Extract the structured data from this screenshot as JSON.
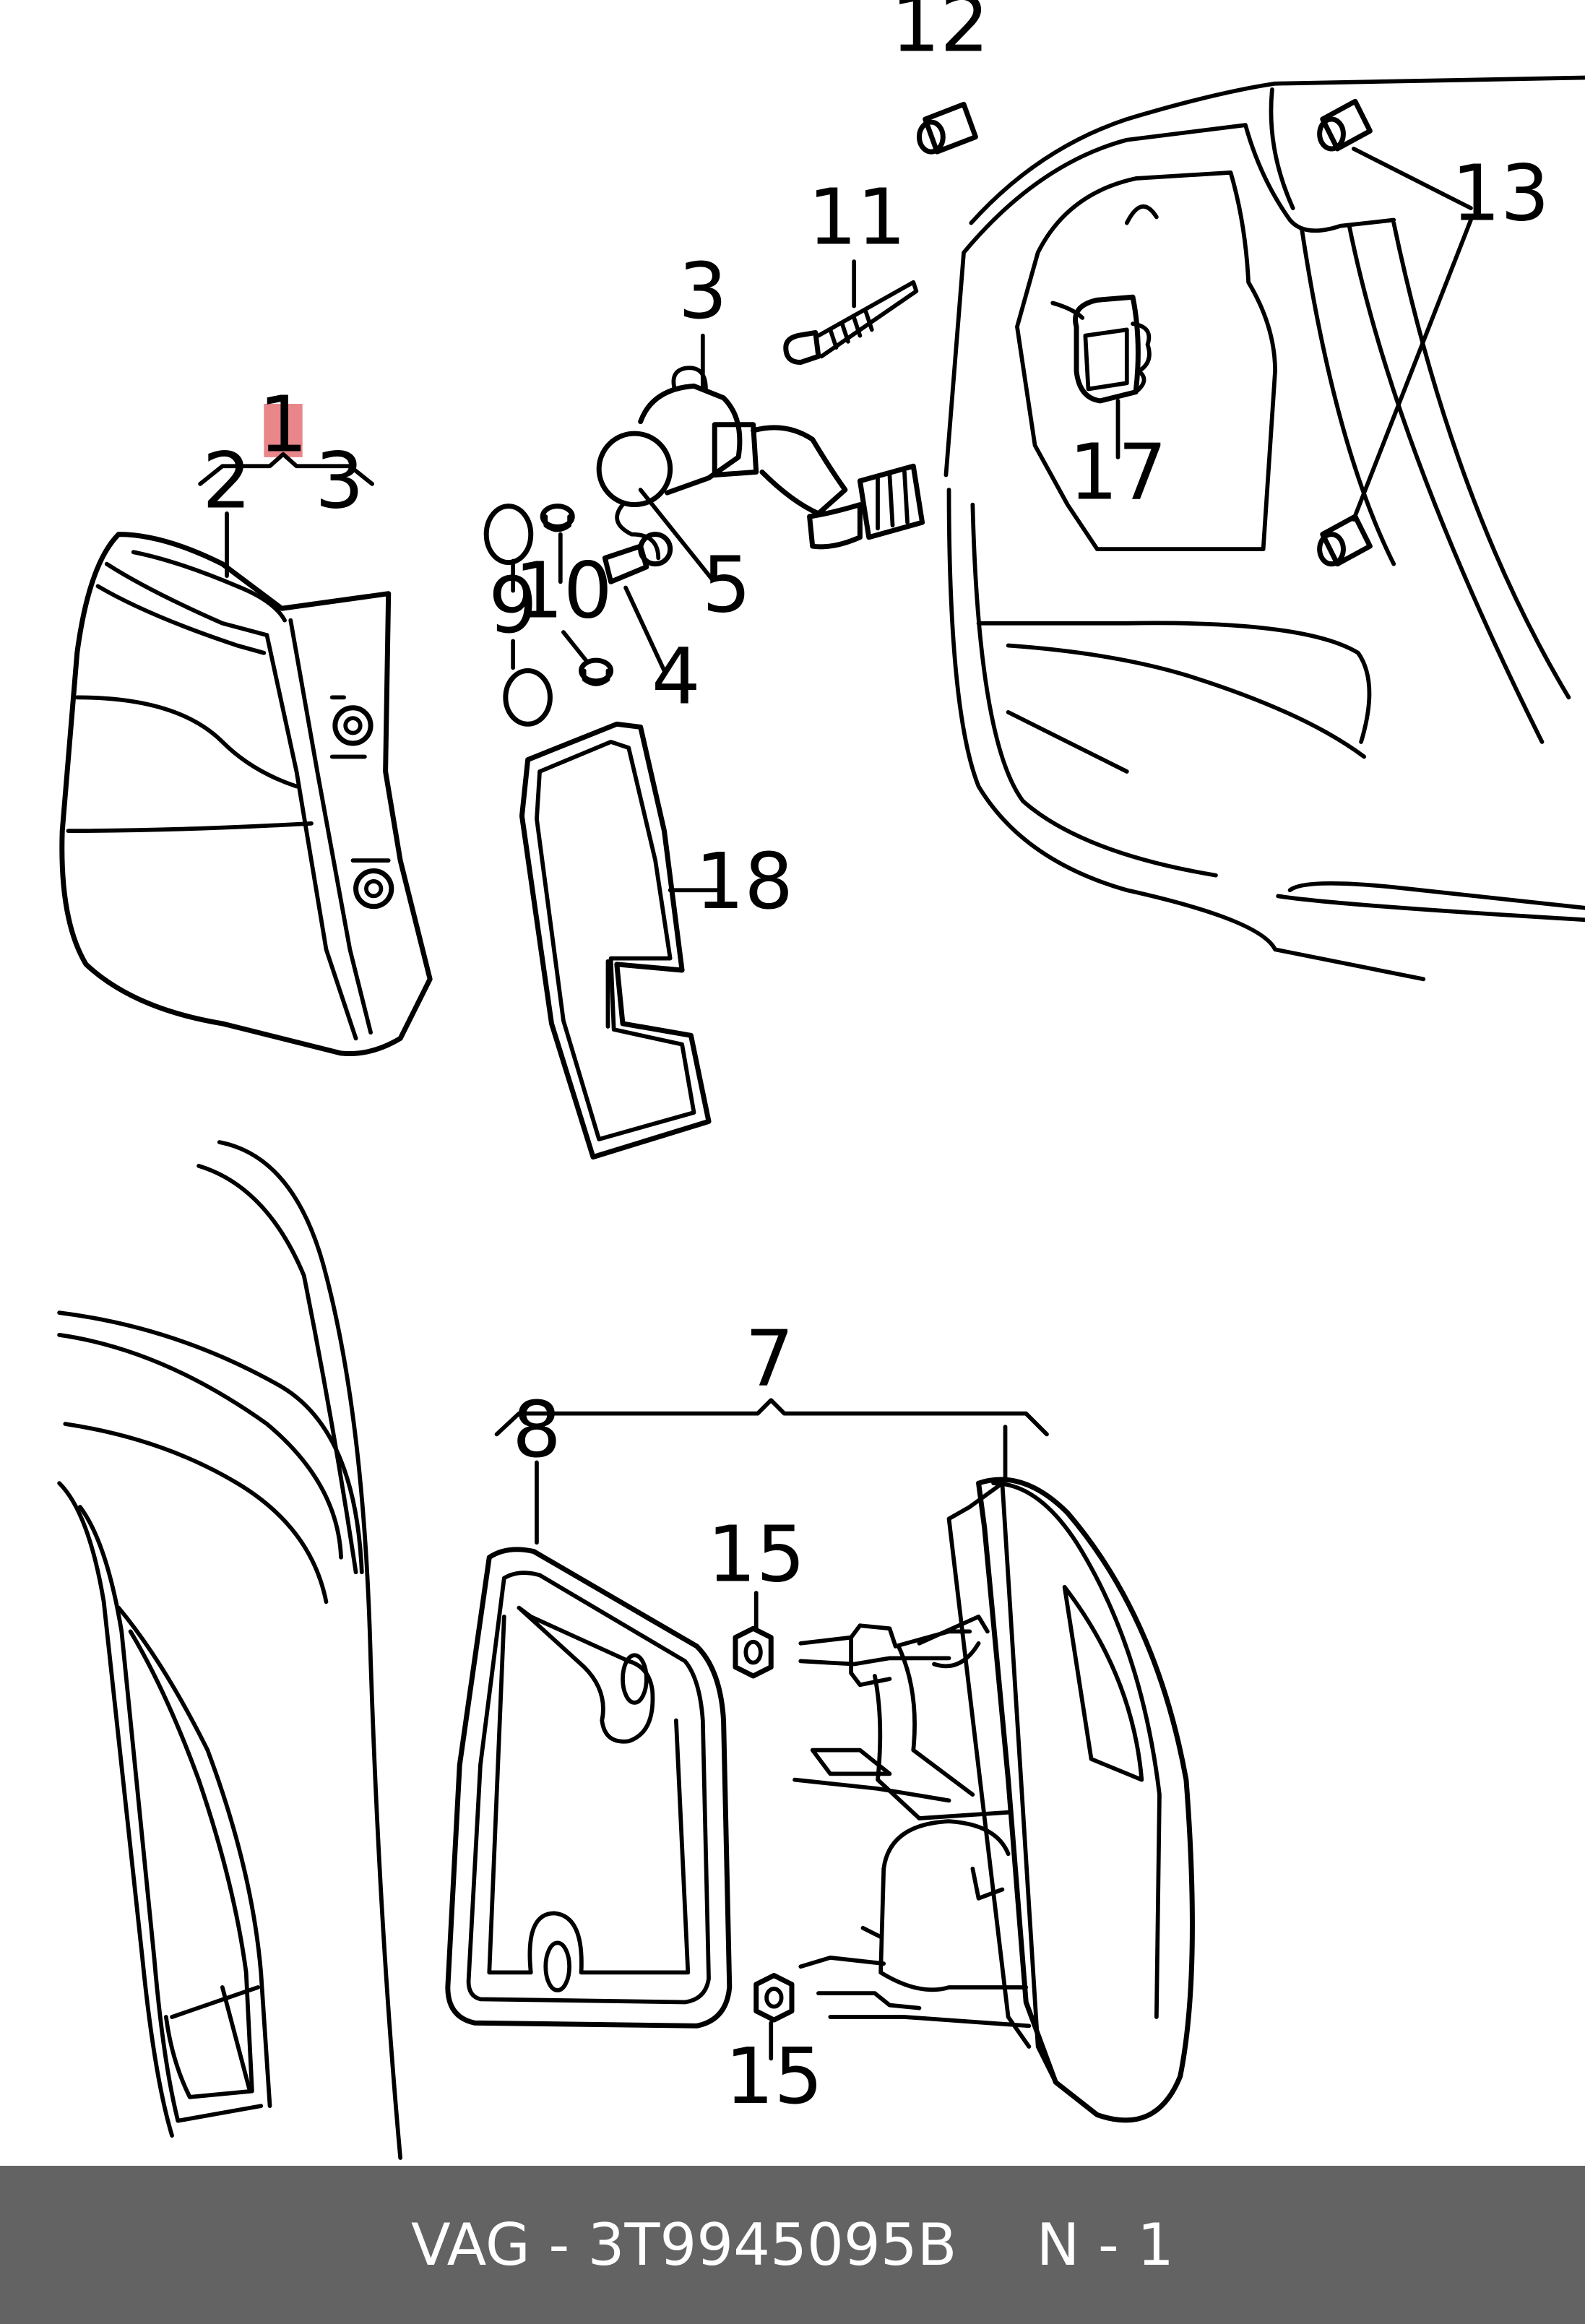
{
  "diagram": {
    "callouts": {
      "c1": "1",
      "c2": "2",
      "c3a": "3",
      "c3b": "3",
      "c4": "4",
      "c5": "5",
      "c7": "7",
      "c8": "8",
      "c9": "9",
      "c10": "10",
      "c11": "11",
      "c12": "12",
      "c13": "13",
      "c15a": "15",
      "c15b": "15",
      "c17": "17",
      "c18": "18"
    },
    "highlight_color": "#e8868a"
  },
  "footer": {
    "part_label": "VAG - 3T9945095B",
    "page_label": "N - 1",
    "background": "#636363"
  }
}
